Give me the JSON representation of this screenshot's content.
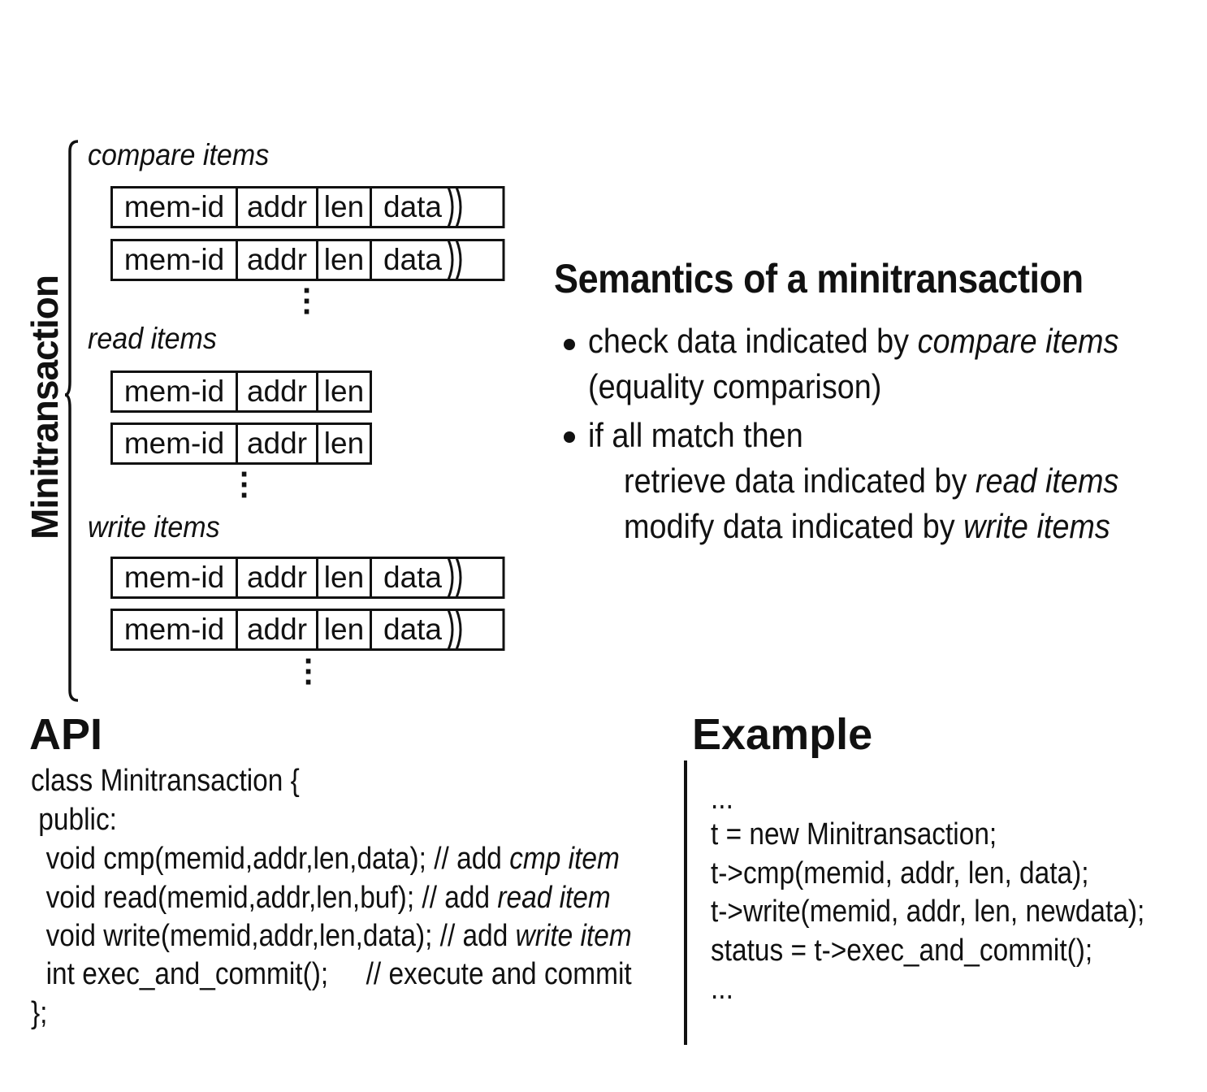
{
  "diagram": {
    "side_label": "Minitransaction",
    "groups": [
      {
        "label": "compare items",
        "fields": [
          "mem-id",
          "addr",
          "len",
          "data"
        ],
        "rows": 2,
        "has_data": true
      },
      {
        "label": "read items",
        "fields": [
          "mem-id",
          "addr",
          "len"
        ],
        "rows": 2,
        "has_data": false
      },
      {
        "label": "write items",
        "fields": [
          "mem-id",
          "addr",
          "len",
          "data"
        ],
        "rows": 2,
        "has_data": true
      }
    ]
  },
  "semantics": {
    "title": "Semantics of a minitransaction",
    "bullet1_plain": "check data indicated by ",
    "bullet1_em": "compare items",
    "bullet1_cont": "(equality comparison)",
    "bullet2": "if all match then",
    "line3_plain": "retrieve data indicated by ",
    "line3_em": "read items",
    "line4_plain": "modify data indicated by ",
    "line4_em": "write items"
  },
  "api": {
    "heading": "API",
    "lines": [
      {
        "plain": "class Minitransaction {",
        "em": ""
      },
      {
        "plain": " public:",
        "em": ""
      },
      {
        "plain": "  void cmp(memid,addr,len,data); // add ",
        "em": "cmp item"
      },
      {
        "plain": "  void read(memid,addr,len,buf); // add ",
        "em": "read item"
      },
      {
        "plain": "  void write(memid,addr,len,data); // add ",
        "em": "write item"
      },
      {
        "plain": "  int exec_and_commit();     // execute and commit",
        "em": ""
      },
      {
        "plain": "};",
        "em": ""
      }
    ]
  },
  "example": {
    "heading": "Example",
    "lines": [
      "...",
      "t = new Minitransaction;",
      "t->cmp(memid, addr, len, data);",
      "t->write(memid, addr, len, newdata);",
      "status = t->exec_and_commit();",
      "..."
    ]
  }
}
